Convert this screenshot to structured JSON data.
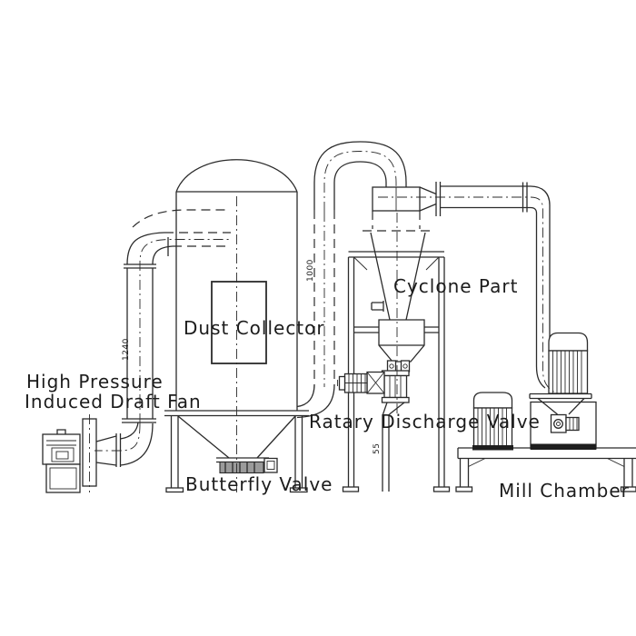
{
  "diagram": {
    "type": "engineering line drawing",
    "subject": "grinding / milling system with dust collection",
    "colors": {
      "background": "#ffffff",
      "line": "#2b2b2b",
      "text": "#1c1c1c"
    },
    "labels": {
      "fan_line1": "High Pressure",
      "fan_line2": "Induced Draft Fan",
      "dust_collector": "Dust Collector",
      "cyclone": "Cyclone Part",
      "rotary_valve": "Ratary Discharge Valve",
      "butterfly_valve": "Butterfly Valve",
      "mill_chamber": "Mill Chamber"
    },
    "dimensions": {
      "left_pipe": "1240",
      "middle_pipe": "1000",
      "valve_drop": "55"
    }
  }
}
